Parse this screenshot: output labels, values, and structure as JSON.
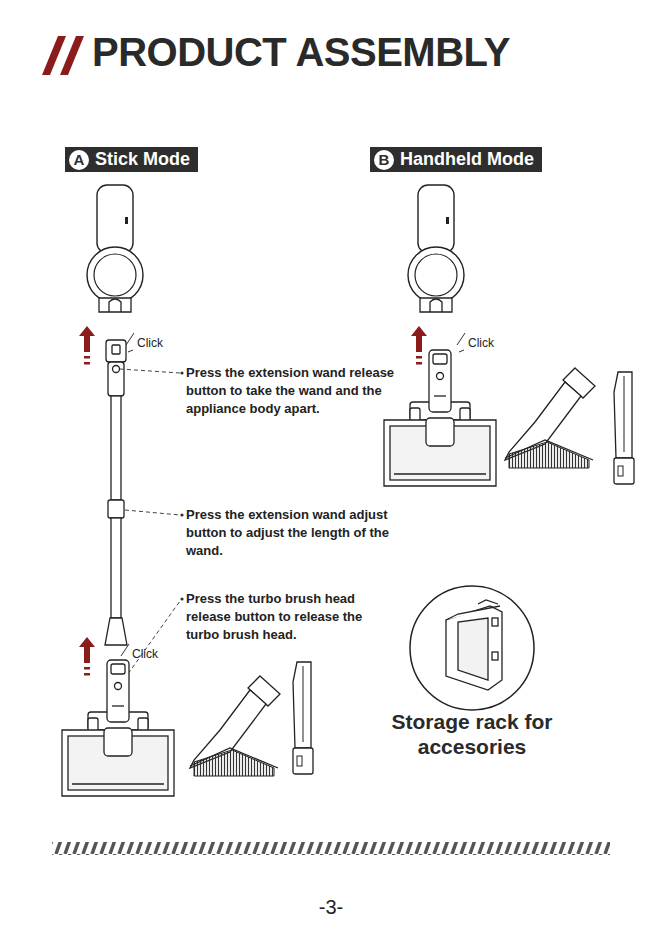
{
  "diagram": {
    "title": "PRODUCT ASSEMBLY",
    "nodes": [
      {
        "text": [
          "A",
          "Stick Mode"
        ]
      },
      {
        "text": [
          "B",
          "Handheld Mode"
        ]
      },
      {
        "text": [
          "Storage rack for accesories"
        ]
      }
    ],
    "labels": [
      "Click",
      "Press the extension wand release button to take the wand and the appliance body apart.",
      "Press the extension wand adjust button to adjust the length of the wand.",
      "Press the turbo brush head release button to release the turbo brush head.",
      "Click",
      "Click",
      "-3-"
    ]
  }
}
